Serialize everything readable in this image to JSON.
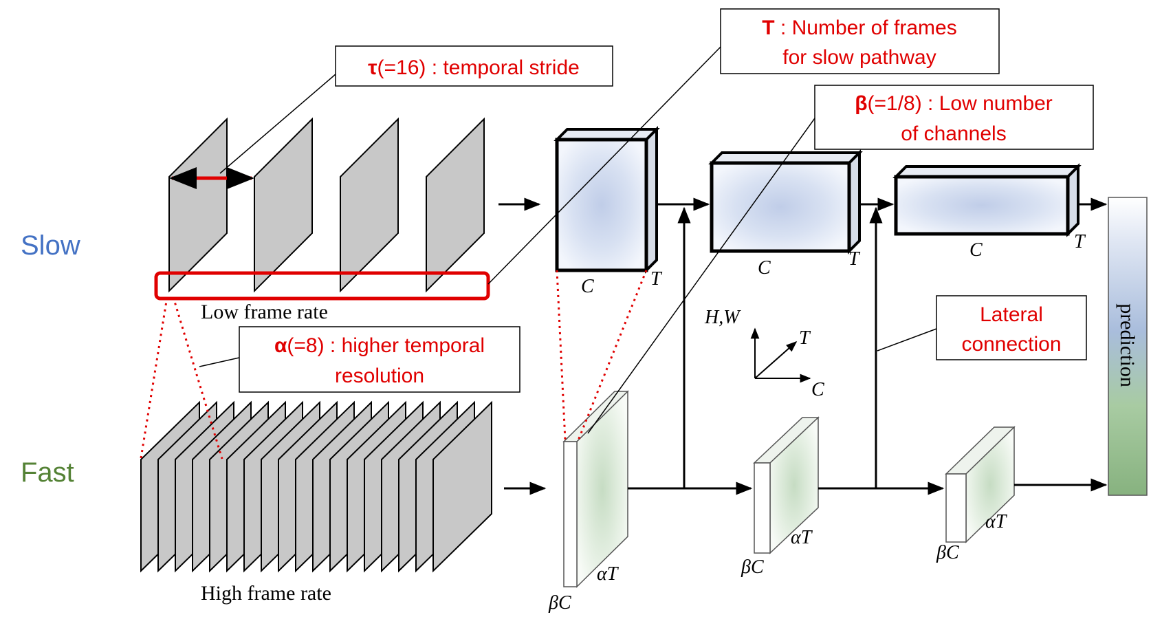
{
  "pathways": {
    "slow_label": "Slow",
    "fast_label": "Fast",
    "slow_color": "#4472c4",
    "fast_color": "#548235",
    "slow_input_label": "Low frame rate",
    "fast_input_label": "High frame rate"
  },
  "dimensions": {
    "slow_c": "C",
    "slow_t": "T",
    "fast_beta_c": "βC",
    "fast_alpha_t": "αT",
    "axis_hw": "H,W",
    "axis_t": "T",
    "axis_c": "C"
  },
  "output": {
    "label": "prediction"
  },
  "annotations": {
    "accent": "#e00000",
    "tau": {
      "symbol": "τ",
      "text": "(=16) : temporal stride"
    },
    "T": {
      "symbol": "T",
      "line1": " : Number of frames",
      "line2": "for slow pathway"
    },
    "beta": {
      "symbol": "β",
      "line1": "(=1/8) : Low number",
      "line2": "of channels"
    },
    "alpha": {
      "symbol": "α",
      "line1": "(=8) : higher temporal",
      "line2": "resolution"
    },
    "lateral": {
      "line1": "Lateral",
      "line2": "connection"
    }
  }
}
